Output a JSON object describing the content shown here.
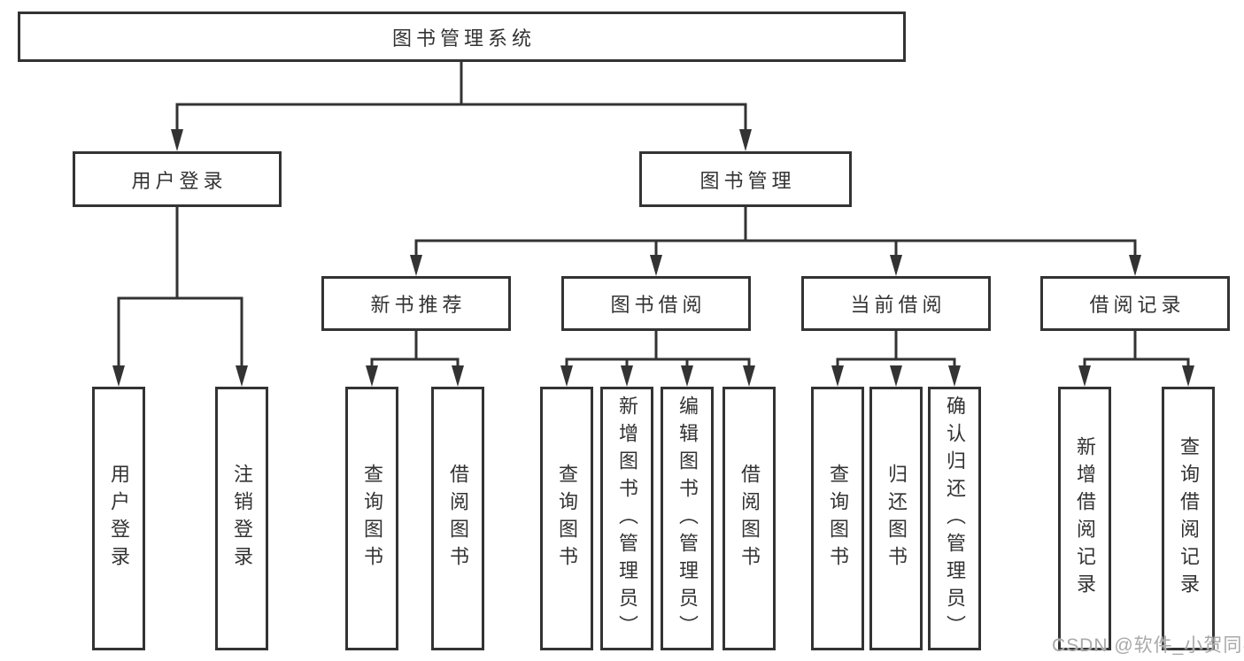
{
  "colors": {
    "line": "#333333",
    "text": "#333333",
    "background": "#ffffff",
    "watermark": "#a9a9a9"
  },
  "watermark": "CSDN @软件_小贺同学",
  "tree": {
    "label": "图书管理系统",
    "children": [
      {
        "label": "用户登录",
        "children": [
          {
            "label": "用户登录"
          },
          {
            "label": "注销登录"
          }
        ]
      },
      {
        "label": "图书管理",
        "children": [
          {
            "label": "新书推荐",
            "children": [
              {
                "label": "查询图书"
              },
              {
                "label": "借阅图书"
              }
            ]
          },
          {
            "label": "图书借阅",
            "children": [
              {
                "label": "查询图书"
              },
              {
                "label": "新增图书（管理员）"
              },
              {
                "label": "编辑图书（管理员）"
              },
              {
                "label": "借阅图书"
              }
            ]
          },
          {
            "label": "当前借阅",
            "children": [
              {
                "label": "查询图书"
              },
              {
                "label": "归还图书"
              },
              {
                "label": "确认归还（管理员）"
              }
            ]
          },
          {
            "label": "借阅记录",
            "children": [
              {
                "label": "新增借阅记录"
              },
              {
                "label": "查询借阅记录"
              }
            ]
          }
        ]
      }
    ]
  }
}
